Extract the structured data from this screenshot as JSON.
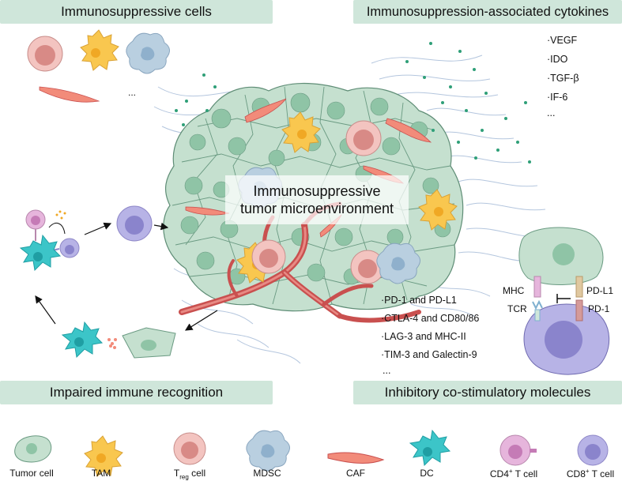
{
  "banners": {
    "top_left": "Immunosuppressive cells",
    "top_right": "Immunosuppression-associated cytokines",
    "bottom_left": "Impaired immune recognition",
    "bottom_right": "Inhibitory co-stimulatory molecules"
  },
  "center_label": {
    "line1": "Immunosuppressive",
    "line2": "tumor microenvironment"
  },
  "cells_ellipsis": "...",
  "cytokines": [
    "·VEGF",
    "·IDO",
    "·TGF-β",
    "·IF-6",
    "..."
  ],
  "molecules": [
    "·PD-1 and PD-L1",
    "·CTLA-4 and CD80/86",
    "·LAG-3 and MHC-II",
    "·TIM-3 and Galectin-9",
    "..."
  ],
  "synapse": {
    "mhc": "MHC",
    "pdl1": "PD-L1",
    "tcr": "TCR",
    "pd1": "PD-1"
  },
  "legend": {
    "tumor": "Tumor cell",
    "tam": "TAM",
    "treg_main": "T",
    "treg_sub": "reg",
    "treg_tail": " cell",
    "mdsc": "MDSC",
    "caf": "CAF",
    "dc": "DC",
    "cd4_main": "CD4",
    "cd4_sup": "+",
    "cd4_tail": " T cell",
    "cd8_main": "CD8",
    "cd8_sup": "+",
    "cd8_tail": " T cell"
  },
  "colors": {
    "banner": "#cfe6da",
    "tumor_fill": "#c5e0cf",
    "tumor_nucleus": "#8fc4a6",
    "tam": "#f9c74f",
    "treg": "#e8a8a8",
    "mdsc": "#b9cfe0",
    "caf": "#f28b7a",
    "dc": "#3cc5c8",
    "cd4": "#e6b5dc",
    "cd8": "#b7b3e6",
    "vessel": "#c9504f",
    "cytokine_dot": "#2f9f78"
  }
}
